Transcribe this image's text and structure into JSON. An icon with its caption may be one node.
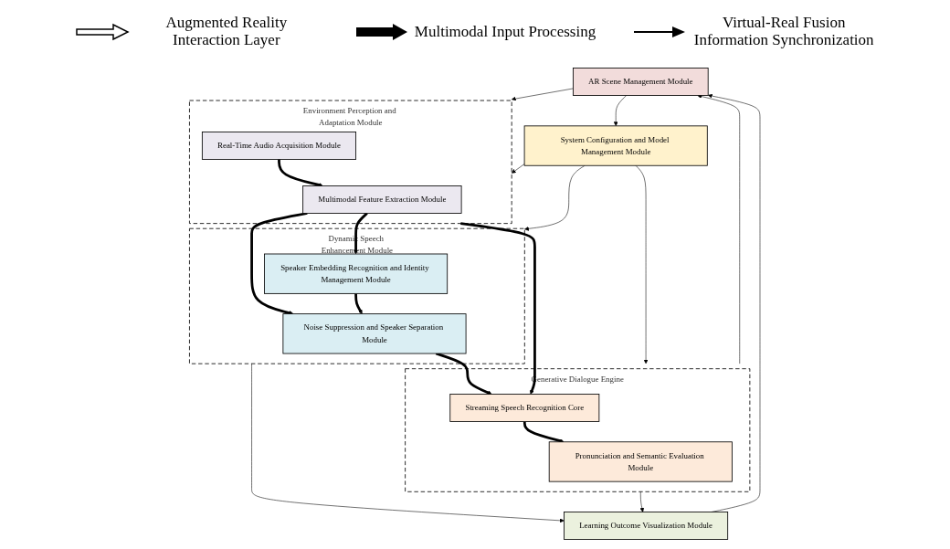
{
  "diagram": {
    "nodes": [
      {
        "text": [
          "AR Scene Management Module"
        ]
      },
      {
        "text": [
          "Learning Outcome Visualization Module"
        ]
      },
      {
        "text": [
          "Environment Perception and Adaptation Module"
        ]
      },
      {
        "text": [
          "Multimodal Feature Extraction Module"
        ],
        "in": 2
      },
      {
        "text": [
          "Real-Time Audio Acquisition Module"
        ],
        "in": 2
      },
      {
        "text": [
          "Dynamic Speech Enhancement Module"
        ]
      },
      {
        "text": [
          "Noise Suppression and Speaker Separation Module"
        ],
        "in": 5
      },
      {
        "text": [
          "Speaker Embedding Recognition and Identity Management Module"
        ],
        "in": 5
      },
      {
        "text": [
          "Generative Dialogue Engine"
        ]
      },
      {
        "text": [
          "Pronunciation and Semantic Evaluation Module"
        ],
        "in": 8
      },
      {
        "text": [
          "Streaming Speech Recognition Core"
        ],
        "in": 8
      },
      {
        "text": [
          "System Configuration and Model Management Module"
        ]
      }
    ],
    "edges": [
      {
        "from": 1,
        "to": 0,
        "arrow": "to"
      },
      {
        "from": 5,
        "to": 1,
        "arrow": "to"
      },
      {
        "from": 8,
        "to": 1,
        "arrow": "to"
      },
      {
        "from": 8,
        "to": 0,
        "arrow": "to"
      },
      {
        "from": 2,
        "to": 10,
        "arrow": "to",
        "style": "thick"
      },
      {
        "from": 0,
        "to": 2,
        "arrow": "to"
      },
      {
        "from": 4,
        "to": 3,
        "arrow": "to",
        "style": "thick"
      },
      {
        "from": 3,
        "to": 6,
        "arrow": "to",
        "style": "thick"
      },
      {
        "from": 3,
        "to": 7,
        "arrow": "to",
        "style": "thick"
      },
      {
        "from": 7,
        "to": 6,
        "arrow": "to",
        "style": "thick"
      },
      {
        "from": 6,
        "to": 10,
        "arrow": "to",
        "style": "thick"
      },
      {
        "from": 10,
        "to": 9,
        "arrow": "to",
        "style": "thick"
      },
      {
        "from": 11,
        "to": 2,
        "arrow": "to"
      },
      {
        "from": 11,
        "to": 5,
        "arrow": "to"
      },
      {
        "from": 11,
        "to": 8,
        "arrow": "to"
      },
      {
        "from": 0,
        "to": 11,
        "arrow": "to"
      }
    ],
    "legend": [
      {
        "text": "Augmented Reality Interaction Layer"
      },
      {
        "text": "Multimodal Input Processing"
      },
      {
        "text": "Virtual-Real Fusion Information Synchronization"
      }
    ]
  }
}
